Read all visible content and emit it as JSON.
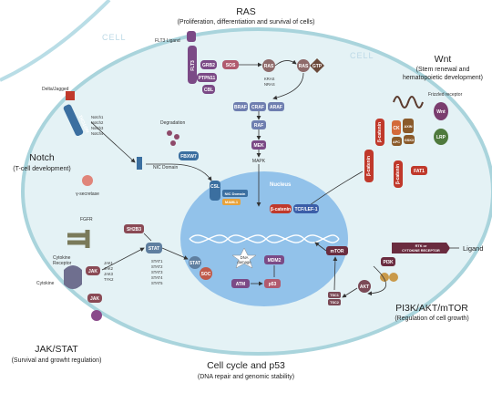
{
  "labels": {
    "cell_outer": "CELL",
    "cell_main": "CELL",
    "nucleus": "Nucleus"
  },
  "pathways": {
    "ras": {
      "title": "RAS",
      "subtitle": "(Proliferation, differentiation and survival of cells)"
    },
    "wnt": {
      "title": "Wnt",
      "subtitle_1": "(Stem renewal and",
      "subtitle_2": "hematopoietic development)"
    },
    "notch": {
      "title": "Notch",
      "subtitle": "(T-cell development)"
    },
    "pi3k": {
      "title": "PI3K/AKT/mTOR",
      "subtitle": "(Regulation of cell growth)"
    },
    "jakstat": {
      "title": "JAK/STAT",
      "subtitle": "(Survival and growht regulation)"
    },
    "p53": {
      "title": "Cell cycle and p53",
      "subtitle": "(DNA repair and genomic stability)"
    }
  },
  "ras_nodes": {
    "flt3_ligand": "FLT3 Ligand",
    "flt3": "FLT3",
    "grb2": "GRB2",
    "sos": "SOS",
    "ptpn11": "PTPN11",
    "cbl": "CBL",
    "ras_left": "RAS",
    "ras_right": "RAS",
    "gtp": "GTP",
    "kras": "KRAS",
    "nras": "NRAS",
    "braf": "BRAF",
    "craf": "CRAF",
    "araf": "ARAF",
    "raf": "RAF",
    "mek": "MEK",
    "mapk": "MAPK"
  },
  "wnt_nodes": {
    "frizzled": "Frizzled receptor",
    "wnt": "Wnt",
    "lrp": "LRP",
    "ck": "CK",
    "axin": "AXIN",
    "gsk3": "GSK3",
    "apc": "APC",
    "fat1": "FAT1",
    "b_catenin_1": "β-catenin",
    "b_catenin_2": "β-catenin",
    "b_catenin_3": "β-catenin"
  },
  "notch_nodes": {
    "delta": "Delta/Jagged",
    "notch1": "NOTCH1",
    "notch_list_1": "Notch1",
    "notch_list_2": "Notch2",
    "notch_list_3": "Notch3",
    "notch_list_4": "Notch4",
    "degradation": "Degradation",
    "nic_domain": "NIC Domain",
    "fbxw7": "FBXW7",
    "gamma": "γ-secretase"
  },
  "nucleus_nodes": {
    "csl": "CSL",
    "nic_domain_n": "NIC Domain",
    "maml1": "MAML1",
    "b_catenin_n": "β-catenin",
    "tcf": "TCF/LEF-1"
  },
  "pi3k_nodes": {
    "ligand": "Ligand",
    "rtk_1": "RTK or",
    "rtk_2": "CYTOKINE RECEPTOR",
    "pi3k": "PI3K",
    "akt": "AKT",
    "mtor": "mTOR",
    "tsc1": "TSC1",
    "tsc2": "TSC2"
  },
  "jak_nodes": {
    "fgfr": "FGFR",
    "cytokine_receptor_1": "Cytokine",
    "cytokine_receptor_2": "Receptor",
    "cytokine": "Cytokine",
    "jak": "JAK",
    "jak1": "JAK1",
    "jak2": "JAK2",
    "jak3": "JAK3",
    "tyk2": "TYK2",
    "sh2b3": "SH2B3",
    "stat": "STAT",
    "stat1": "STAT1",
    "stat2": "STAT2",
    "stat3": "STAT3",
    "stat4": "STAT4",
    "stat5": "STAT5",
    "soc": "SOC"
  },
  "p53_nodes": {
    "dna_damage_1": "DNA",
    "dna_damage_2": "damage",
    "atm": "ATM",
    "mdm2": "MDM2",
    "p53": "p53"
  },
  "colors": {
    "cytoplasm": "#e2f1f4",
    "membrane": "#a9d4dc",
    "nucleus": "#8fbfe8",
    "ras_purple": "#7b4a86",
    "wnt_red": "#c0392b",
    "notch_blue": "#3b6fa0",
    "jak_brown": "#8a4a55",
    "pi3k_brown": "#6a2c3f"
  }
}
